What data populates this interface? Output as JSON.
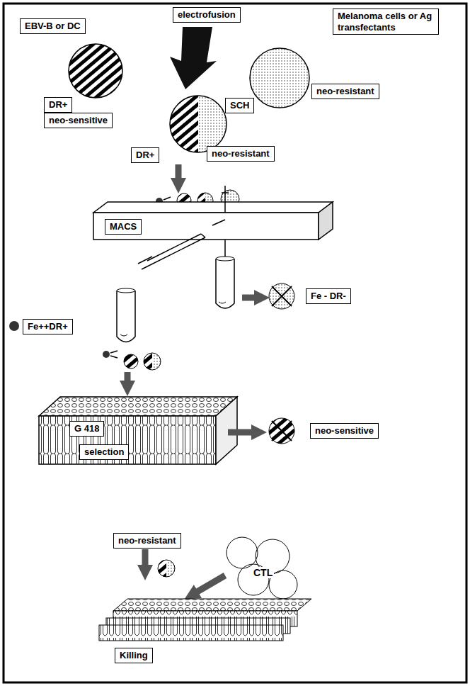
{
  "diagram": {
    "nodes": [
      {
        "text": [
          "EBV-B or DC"
        ]
      },
      {
        "text": [
          "electrofusion"
        ]
      },
      {
        "text": [
          "Melanoma cells or Ag transfectants"
        ]
      },
      {
        "text": [
          "DR+"
        ]
      },
      {
        "text": [
          "neo-sensitive"
        ]
      },
      {
        "text": [
          "SCH"
        ]
      },
      {
        "text": [
          "neo-resistant"
        ]
      },
      {
        "text": [
          "DR+"
        ]
      },
      {
        "text": [
          "neo-resistant"
        ]
      },
      {
        "text": [
          "MACS"
        ]
      },
      {
        "text": [
          "Fe - DR-"
        ]
      },
      {
        "text": [
          "Fe++DR+"
        ]
      },
      {
        "text": [
          "G 418"
        ]
      },
      {
        "text": [
          "selection"
        ]
      },
      {
        "text": [
          "neo-sensitive"
        ]
      },
      {
        "text": [
          "neo-resistant"
        ]
      },
      {
        "text": [
          "Killing"
        ]
      }
    ],
    "labels": [
      "CTL"
    ]
  }
}
